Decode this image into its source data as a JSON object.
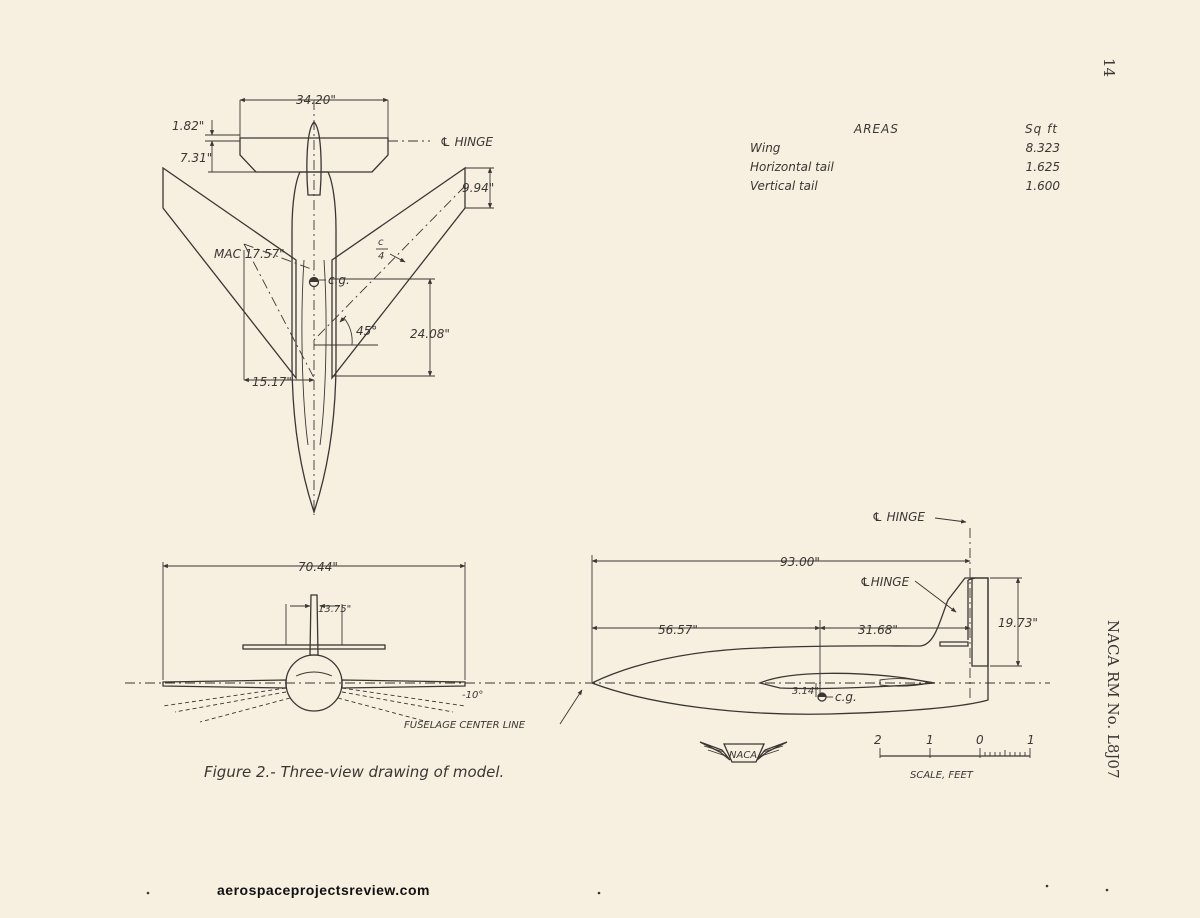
{
  "page_number": "14",
  "report_id": "NACA RM No. L8J07",
  "caption": "Figure 2.- Three-view drawing of model.",
  "areas": {
    "title": "AREAS",
    "unit_header": "Sq ft",
    "rows": [
      {
        "label": "Wing",
        "value": "8.323"
      },
      {
        "label": "Horizontal tail",
        "value": "1.625"
      },
      {
        "label": "Vertical tail",
        "value": "1.600"
      }
    ]
  },
  "top_view": {
    "tail_span": "34.20\"",
    "dim_1_82": "1.82\"",
    "dim_7_31": "7.31\"",
    "hinge_label": "℄ HINGE",
    "tip_chord": "9.94\"",
    "mac": "MAC 17.57\"",
    "quarter_chord_num": "c",
    "quarter_chord_den": "4",
    "cg": "c.g.",
    "sweep": "45°",
    "dim_24_08": "24.08\"",
    "dim_15_17": "15.17\""
  },
  "front_view": {
    "span": "70.44\"",
    "fin_dim": "13.75\"",
    "dihedral": "-10°",
    "center_line_label": "FUSELAGE CENTER LINE"
  },
  "side_view": {
    "hinge_label_top": "℄ HINGE",
    "length": "93.00\"",
    "hinge_label_mid": "℄HINGE",
    "dim_56_57": "56.57\"",
    "dim_31_68": "31.68\"",
    "height": "19.73\"",
    "dim_3_14": "3.14\"",
    "cg": "c.g."
  },
  "naca_logo_text": "NACA",
  "scale": {
    "ticks": [
      "2",
      "1",
      "0",
      "1"
    ],
    "label": "SCALE, FEET"
  },
  "watermark": "aerospaceprojectsreview.com"
}
